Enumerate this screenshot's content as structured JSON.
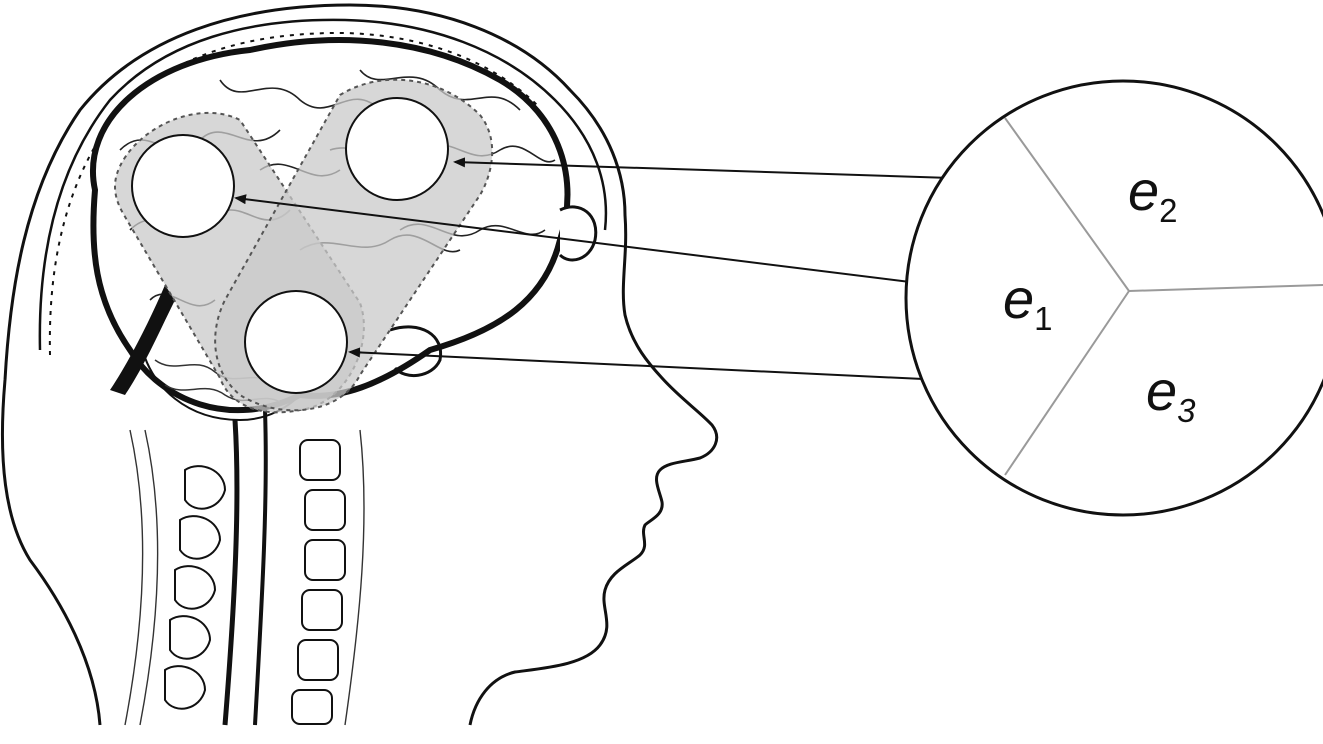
{
  "labels": {
    "e1": {
      "base": "e",
      "sub": "1"
    },
    "e2": {
      "base": "e",
      "sub": "2"
    },
    "e3": {
      "base": "e",
      "sub": "3"
    }
  },
  "colors": {
    "stroke": "#111111",
    "region_fill": "#c9c9c9",
    "partition_line": "#9a9a9a",
    "background": "#ffffff"
  }
}
